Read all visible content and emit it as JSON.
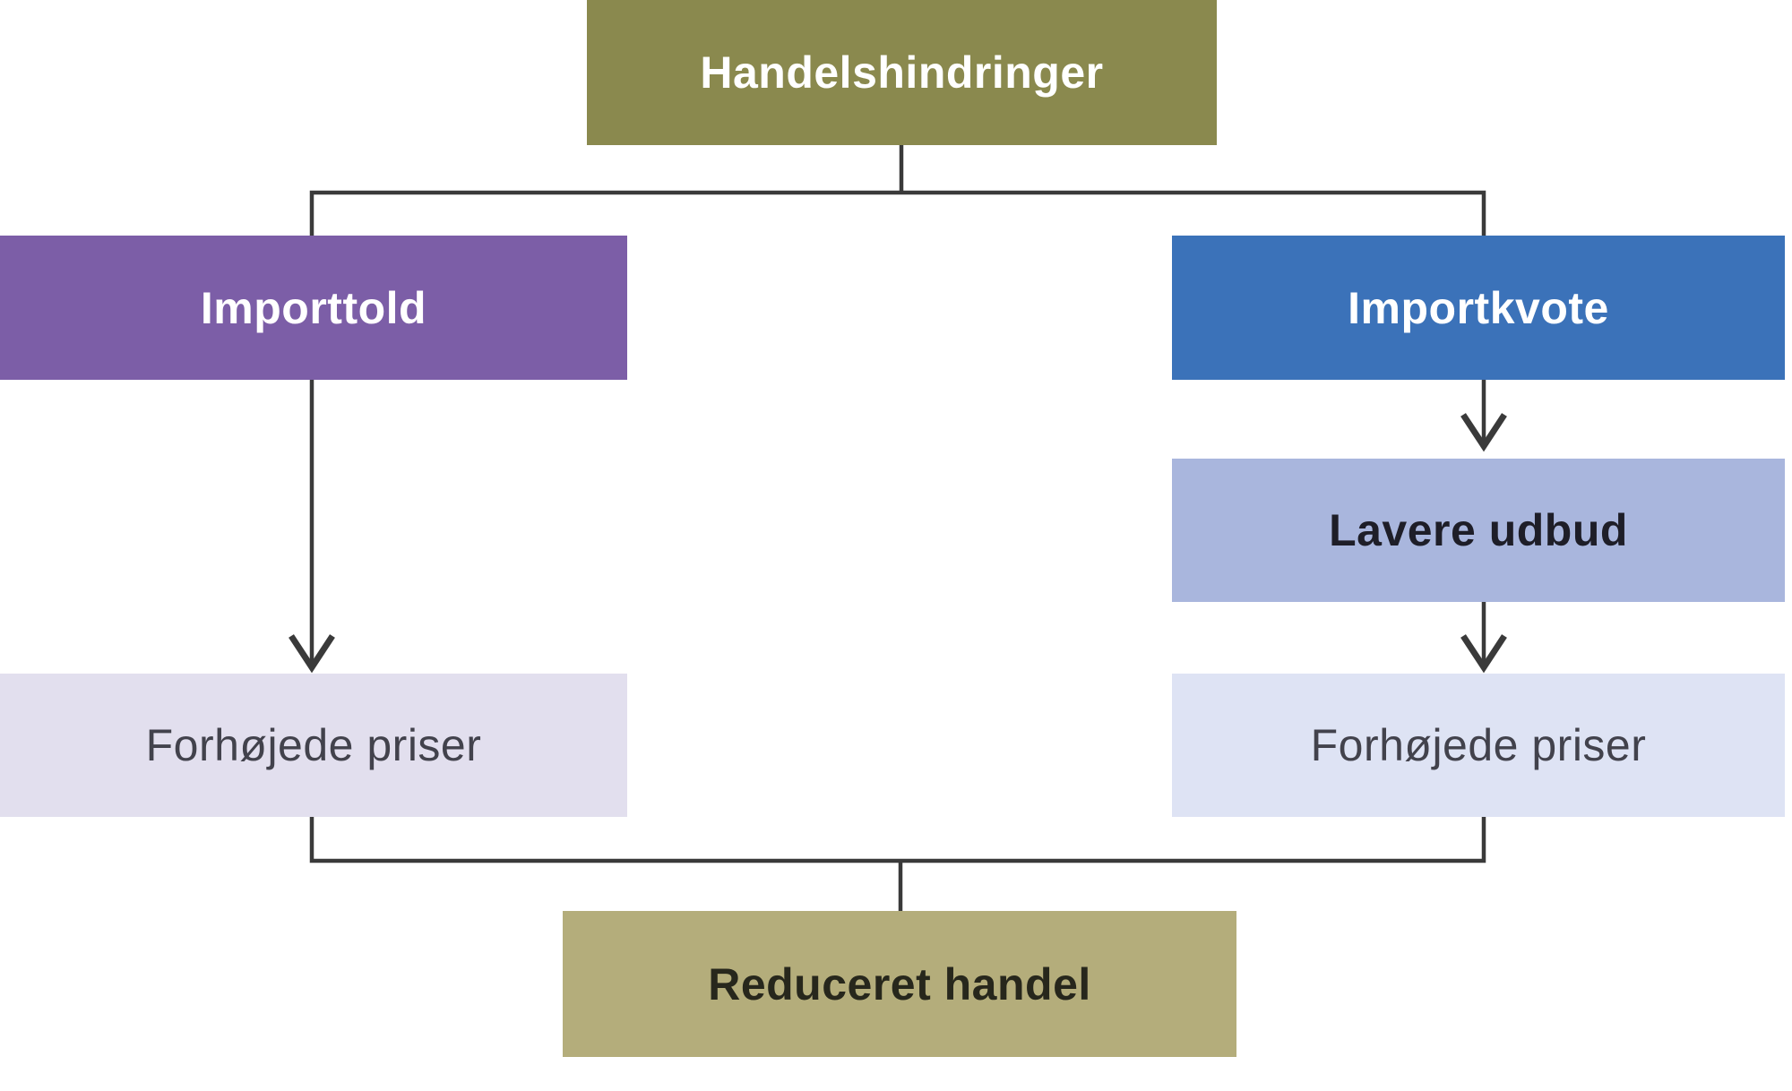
{
  "diagram": {
    "line_color": "#3a3a3a",
    "nodes": {
      "root": {
        "label": "Handelshindringer",
        "bg": "#8a894e",
        "fg": "#ffffff"
      },
      "importtold": {
        "label": "Importtold",
        "bg": "#7c5ea7",
        "fg": "#ffffff"
      },
      "importkvote": {
        "label": "Importkvote",
        "bg": "#3b72b9",
        "fg": "#ffffff"
      },
      "lavere_udbud": {
        "label": "Lavere udbud",
        "bg": "#a9b6dd",
        "fg": "#1e1e28"
      },
      "priser_left": {
        "label": "Forhøjede priser",
        "bg": "#e2dfee",
        "fg": "#42424c"
      },
      "priser_right": {
        "label": "Forhøjede priser",
        "bg": "#dee3f4",
        "fg": "#42424c"
      },
      "reduceret": {
        "label": "Reduceret handel",
        "bg": "#b4ad7b",
        "fg": "#27271c"
      }
    }
  }
}
